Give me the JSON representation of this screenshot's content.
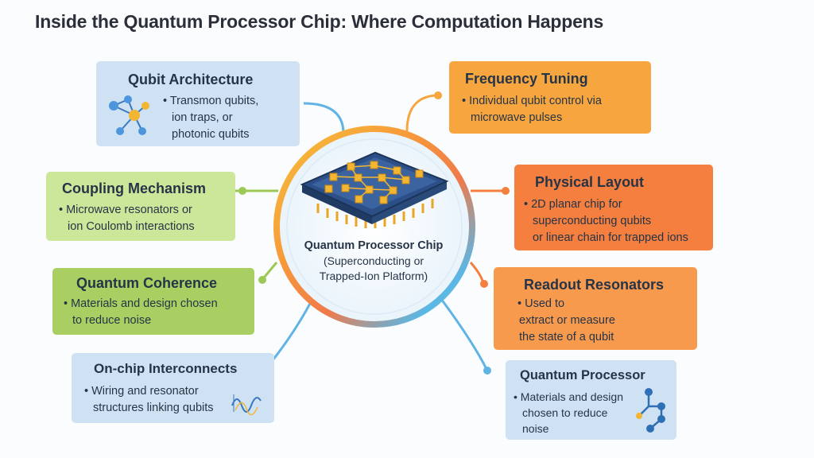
{
  "title": "Inside the Quantum Processor Chip: Where Computation Happens",
  "center": {
    "title": "Quantum Processor Chip",
    "subtitle_line1": "(Superconducting or",
    "subtitle_line2": "Trapped-Ion Platform)"
  },
  "boxes": {
    "qubit_architecture": {
      "title": "Qubit Architecture",
      "lines": [
        "• Transmon qubits,",
        "ion traps, or",
        "photonic qubits"
      ],
      "color": "#cfe2f3"
    },
    "coupling_mechanism": {
      "title": "Coupling Mechanism",
      "lines": [
        "• Microwave resonators or",
        "ion Coulomb interactions"
      ],
      "color": "#cde79a"
    },
    "quantum_coherence": {
      "title": "Quantum Coherence",
      "lines": [
        "• Materials and design chosen",
        "to reduce noise"
      ],
      "color": "#a9cf62"
    },
    "onchip_interconnects": {
      "title": "On-chip Interconnects",
      "lines": [
        "• Wiring and resonator",
        "structures linking qubits"
      ],
      "color": "#cfe2f3"
    },
    "frequency_tuning": {
      "title": "Frequency Tuning",
      "lines": [
        "• Individual qubit control via",
        "microwave pulses"
      ],
      "color": "#f7a63f"
    },
    "physical_layout": {
      "title": "Physical Layout",
      "lines": [
        "• 2D planar chip for",
        "superconducting qubits",
        "or linear chain for trapped ions"
      ],
      "color": "#f47f3e"
    },
    "readout_resonators": {
      "title": "Readout Resonators",
      "lines": [
        "• Used to",
        "extract or measure",
        "the state of a qubit"
      ],
      "color": "#f89a4e"
    },
    "quantum_processor": {
      "title": "Quantum Processor",
      "lines": [
        "• Materials and design",
        "chosen to reduce",
        "noise"
      ],
      "color": "#cfe2f3"
    }
  },
  "icons": [
    "qubit-network-icon",
    "processor-chip-icon",
    "waveform-icon",
    "node-graph-icon"
  ]
}
